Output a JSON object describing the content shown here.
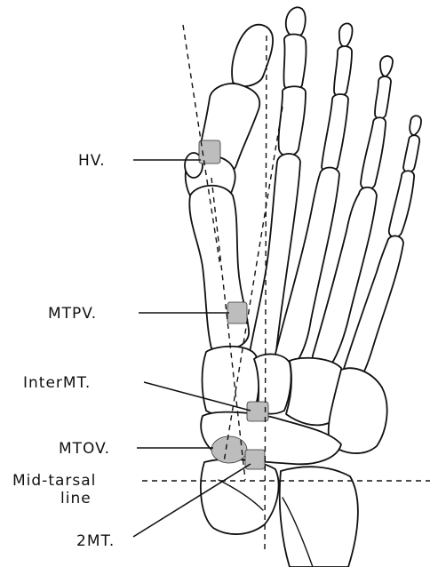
{
  "labels": {
    "hv": "HV.",
    "mtpv": "MTPV.",
    "intermt": "InterMT.",
    "mtov": "MTOV.",
    "midtarsal_line1": "Mid-tarsal",
    "midtarsal_line2": "line",
    "second_mt": "2MT."
  },
  "colors": {
    "ink": "#111111",
    "stipple": "#bdbdbd",
    "background": "#ffffff"
  }
}
